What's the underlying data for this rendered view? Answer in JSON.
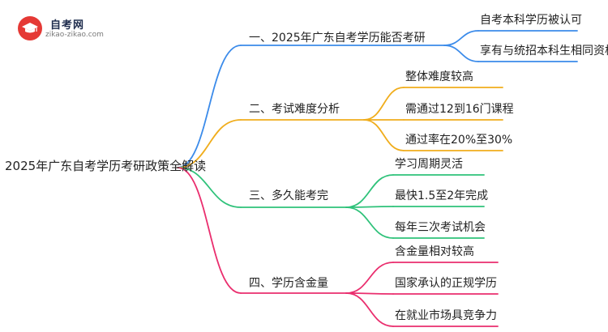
{
  "logo": {
    "title": "自考网",
    "url": "zikao-zikao.com",
    "icon": "graduation-cap-icon",
    "badge_color": "#e53935"
  },
  "root": {
    "label": "2025年广东自考学历考研政策全解读"
  },
  "branches": [
    {
      "label": "一、2025年广东自考学历能否考研",
      "color": "#3b8bea",
      "children": [
        "自考本科学历被认可",
        "享有与统招本科生相同资格"
      ]
    },
    {
      "label": "二、考试难度分析",
      "color": "#f0ad1c",
      "children": [
        "整体难度较高",
        "需通过12到16门课程",
        "通过率在20%至30%"
      ]
    },
    {
      "label": "三、多久能考完",
      "color": "#2fc27a",
      "children": [
        "学习周期灵活",
        "最快1.5至2年完成",
        "每年三次考试机会"
      ]
    },
    {
      "label": "四、学历含金量",
      "color": "#ea2e6e",
      "children": [
        "含金量相对较高",
        "国家承认的正规学历",
        "在就业市场具竞争力"
      ]
    }
  ]
}
